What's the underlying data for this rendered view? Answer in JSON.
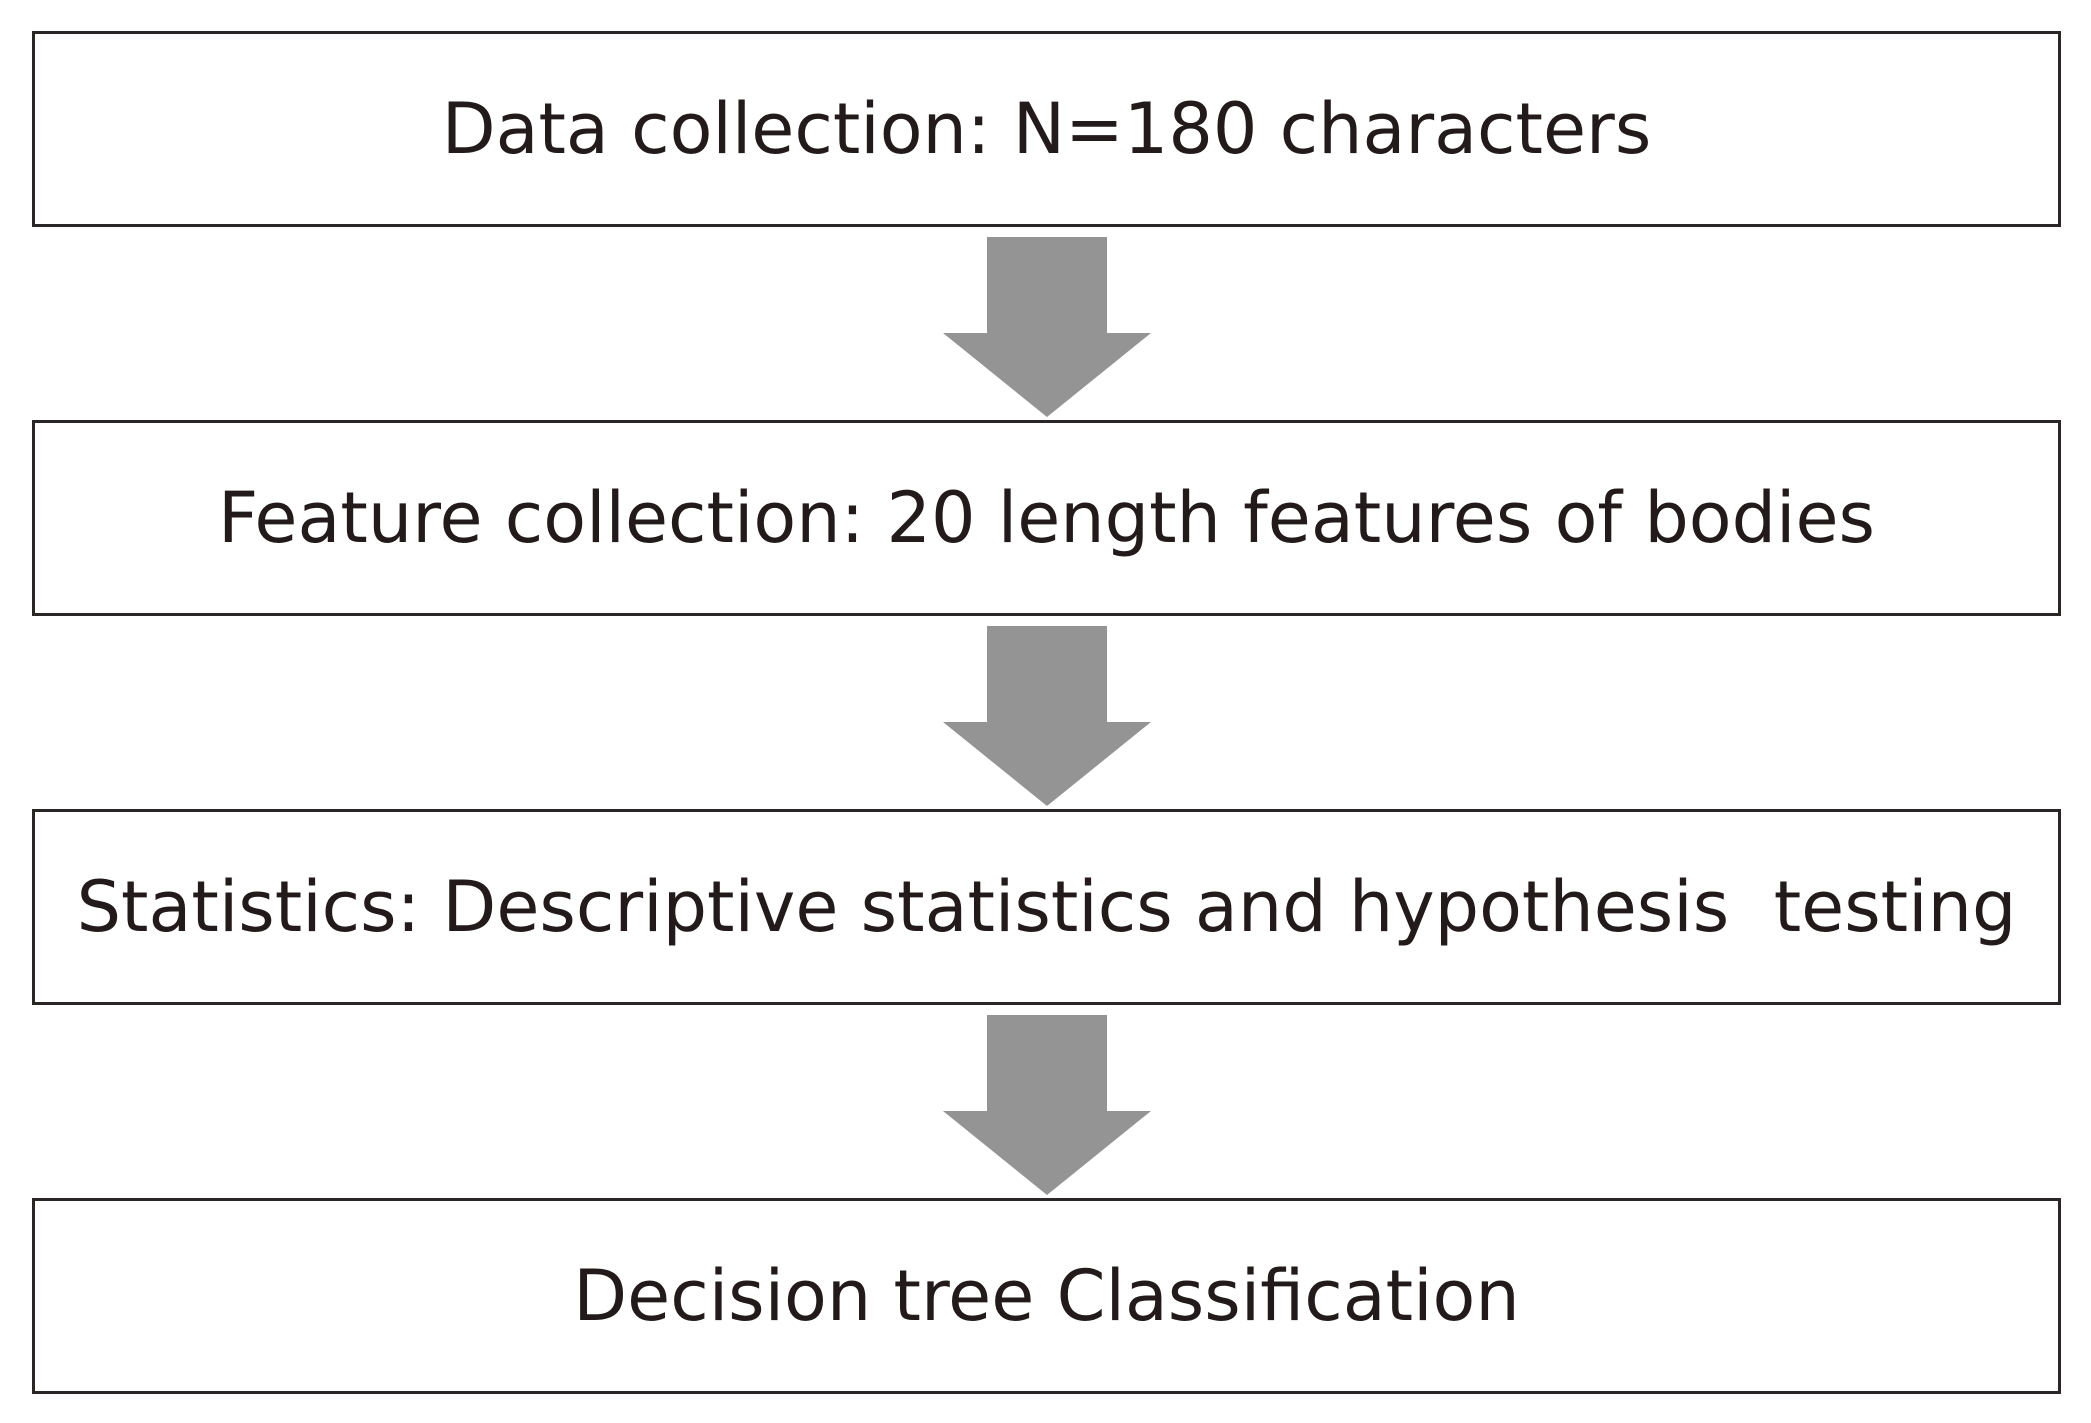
{
  "diagram": {
    "steps": [
      {
        "label": "Data collection: N=180 characters"
      },
      {
        "label": "Feature collection: 20 length features of bodies"
      },
      {
        "label": "Statistics: Descriptive statistics and hypothesis  testing"
      },
      {
        "label": "Decision tree Classification"
      }
    ],
    "colors": {
      "box_border": "#2a2626",
      "text": "#231b1b",
      "arrow": "#949494",
      "background": "#ffffff"
    }
  }
}
